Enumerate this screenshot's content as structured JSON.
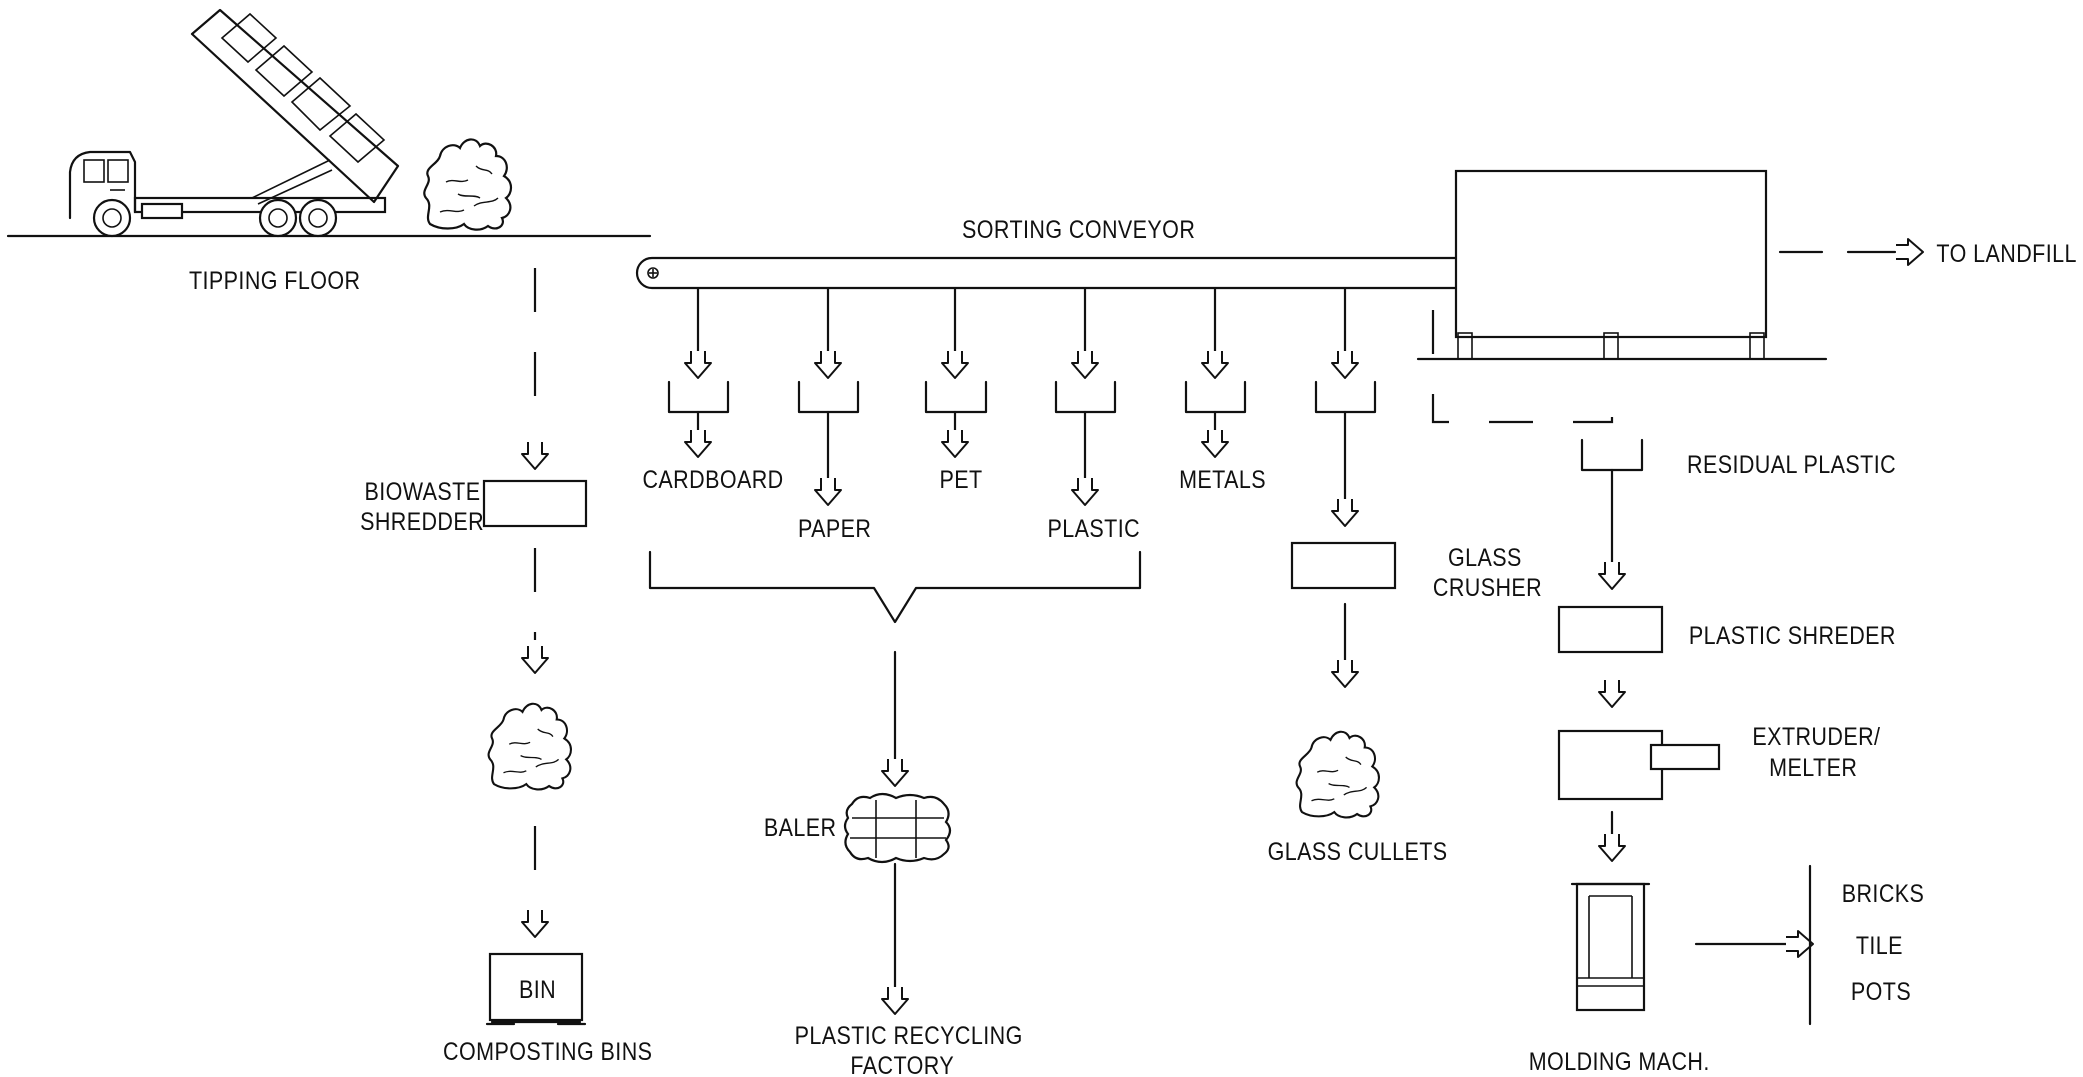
{
  "labels": {
    "tipping_floor": "TIPPING FLOOR",
    "sorting_conveyor": "SORTING CONVEYOR",
    "to_landfill": "TO LANDFILL",
    "cardboard": "CARDBOARD",
    "paper": "PAPER",
    "pet": "PET",
    "plastic": "PLASTIC",
    "metals": "METALS",
    "residual_plastic": "RESIDUAL PLASTIC",
    "biowaste_shredder_1": "BIOWASTE",
    "biowaste_shredder_2": "SHREDDER",
    "glass_crusher_1": "GLASS",
    "glass_crusher_2": "CRUSHER",
    "plastic_shreder": "PLASTIC SHREDER",
    "extruder_1": "EXTRUDER/",
    "extruder_2": "MELTER",
    "baler": "BALER",
    "glass_cullets": "GLASS CULLETS",
    "bin": "BIN",
    "composting_bins": "COMPOSTING BINS",
    "plastic_recycling_factory_1": "PLASTIC RECYCLING",
    "plastic_recycling_factory_2": "FACTORY",
    "molding_mach": "MOLDING MACH.",
    "bricks": "BRICKS",
    "tile": "TILE",
    "pots": "POTS"
  },
  "colors": {
    "line": "#111111",
    "background": "#ffffff"
  }
}
